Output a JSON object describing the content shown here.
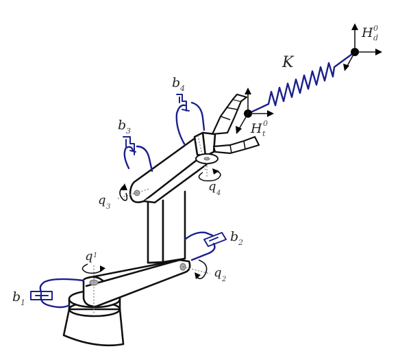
{
  "diagram": {
    "type": "robot-manipulator-schematic",
    "colors": {
      "links": "#111111",
      "dampers_spring": "#1a1f8c",
      "background": "#ffffff"
    },
    "labels": {
      "spring": "K",
      "desired_frame": {
        "base": "H",
        "sub": "d",
        "sup": "0"
      },
      "tool_frame": {
        "base": "H",
        "sub": "t",
        "sup": "0"
      },
      "joints": [
        {
          "base": "q",
          "sub": "1"
        },
        {
          "base": "q",
          "sub": "2"
        },
        {
          "base": "q",
          "sub": "3"
        },
        {
          "base": "q",
          "sub": "4"
        }
      ],
      "dampers": [
        {
          "base": "b",
          "sub": "1"
        },
        {
          "base": "b",
          "sub": "2"
        },
        {
          "base": "b",
          "sub": "3"
        },
        {
          "base": "b",
          "sub": "4"
        }
      ]
    },
    "components": [
      "base-pedestal",
      "link-1",
      "link-2-vertical",
      "link-3",
      "gripper",
      "spring-K",
      "damper-b1",
      "damper-b2",
      "damper-b3",
      "damper-b4"
    ]
  }
}
